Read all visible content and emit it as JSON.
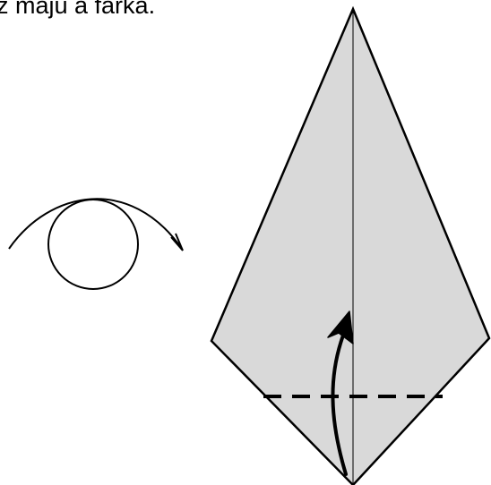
{
  "caption": "ž majú a farka.",
  "colors": {
    "paper_fill": "#d9d9d9",
    "line": "#000000",
    "background": "#ffffff"
  },
  "symbols": {
    "turn_over": "turn-over-symbol",
    "fold_arrow": "fold-up-arrow",
    "valley_fold_line": "dashed-valley-fold-line"
  }
}
